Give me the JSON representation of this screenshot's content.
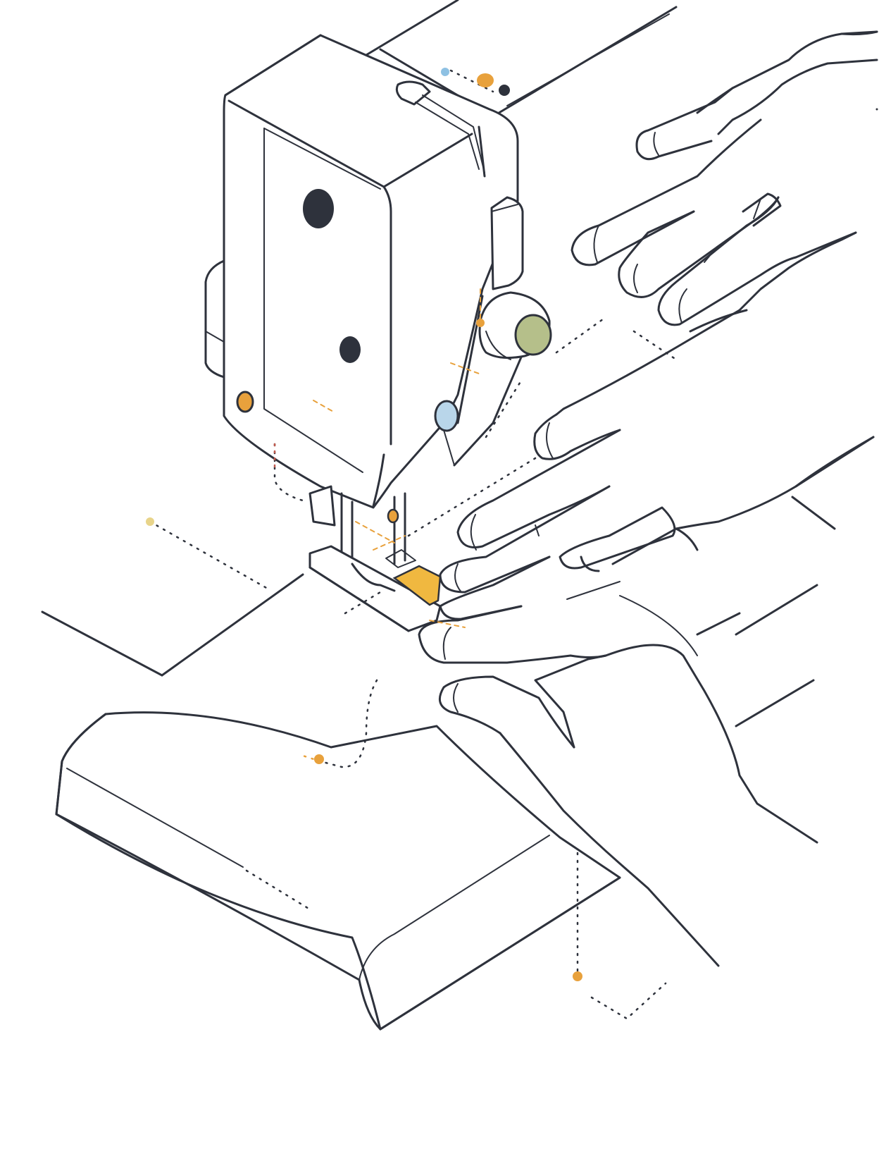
{
  "illustration": {
    "subject": "",
    "style": "line-art",
    "palette": {
      "line": "#2e323c",
      "background": "#ffffff",
      "accent_orange": "#e8a13c",
      "accent_yellow": "#f0b840",
      "accent_green": "#b5bf8a",
      "accent_blue": "#b9d6ea",
      "dot_light_blue": "#8ec1e3",
      "dot_pale_yellow": "#e8d48a"
    },
    "icons": [
      "sewing-machine-head",
      "left-hand",
      "right-hand",
      "fabric-sheet",
      "presser-foot",
      "handwheel-knob"
    ]
  }
}
